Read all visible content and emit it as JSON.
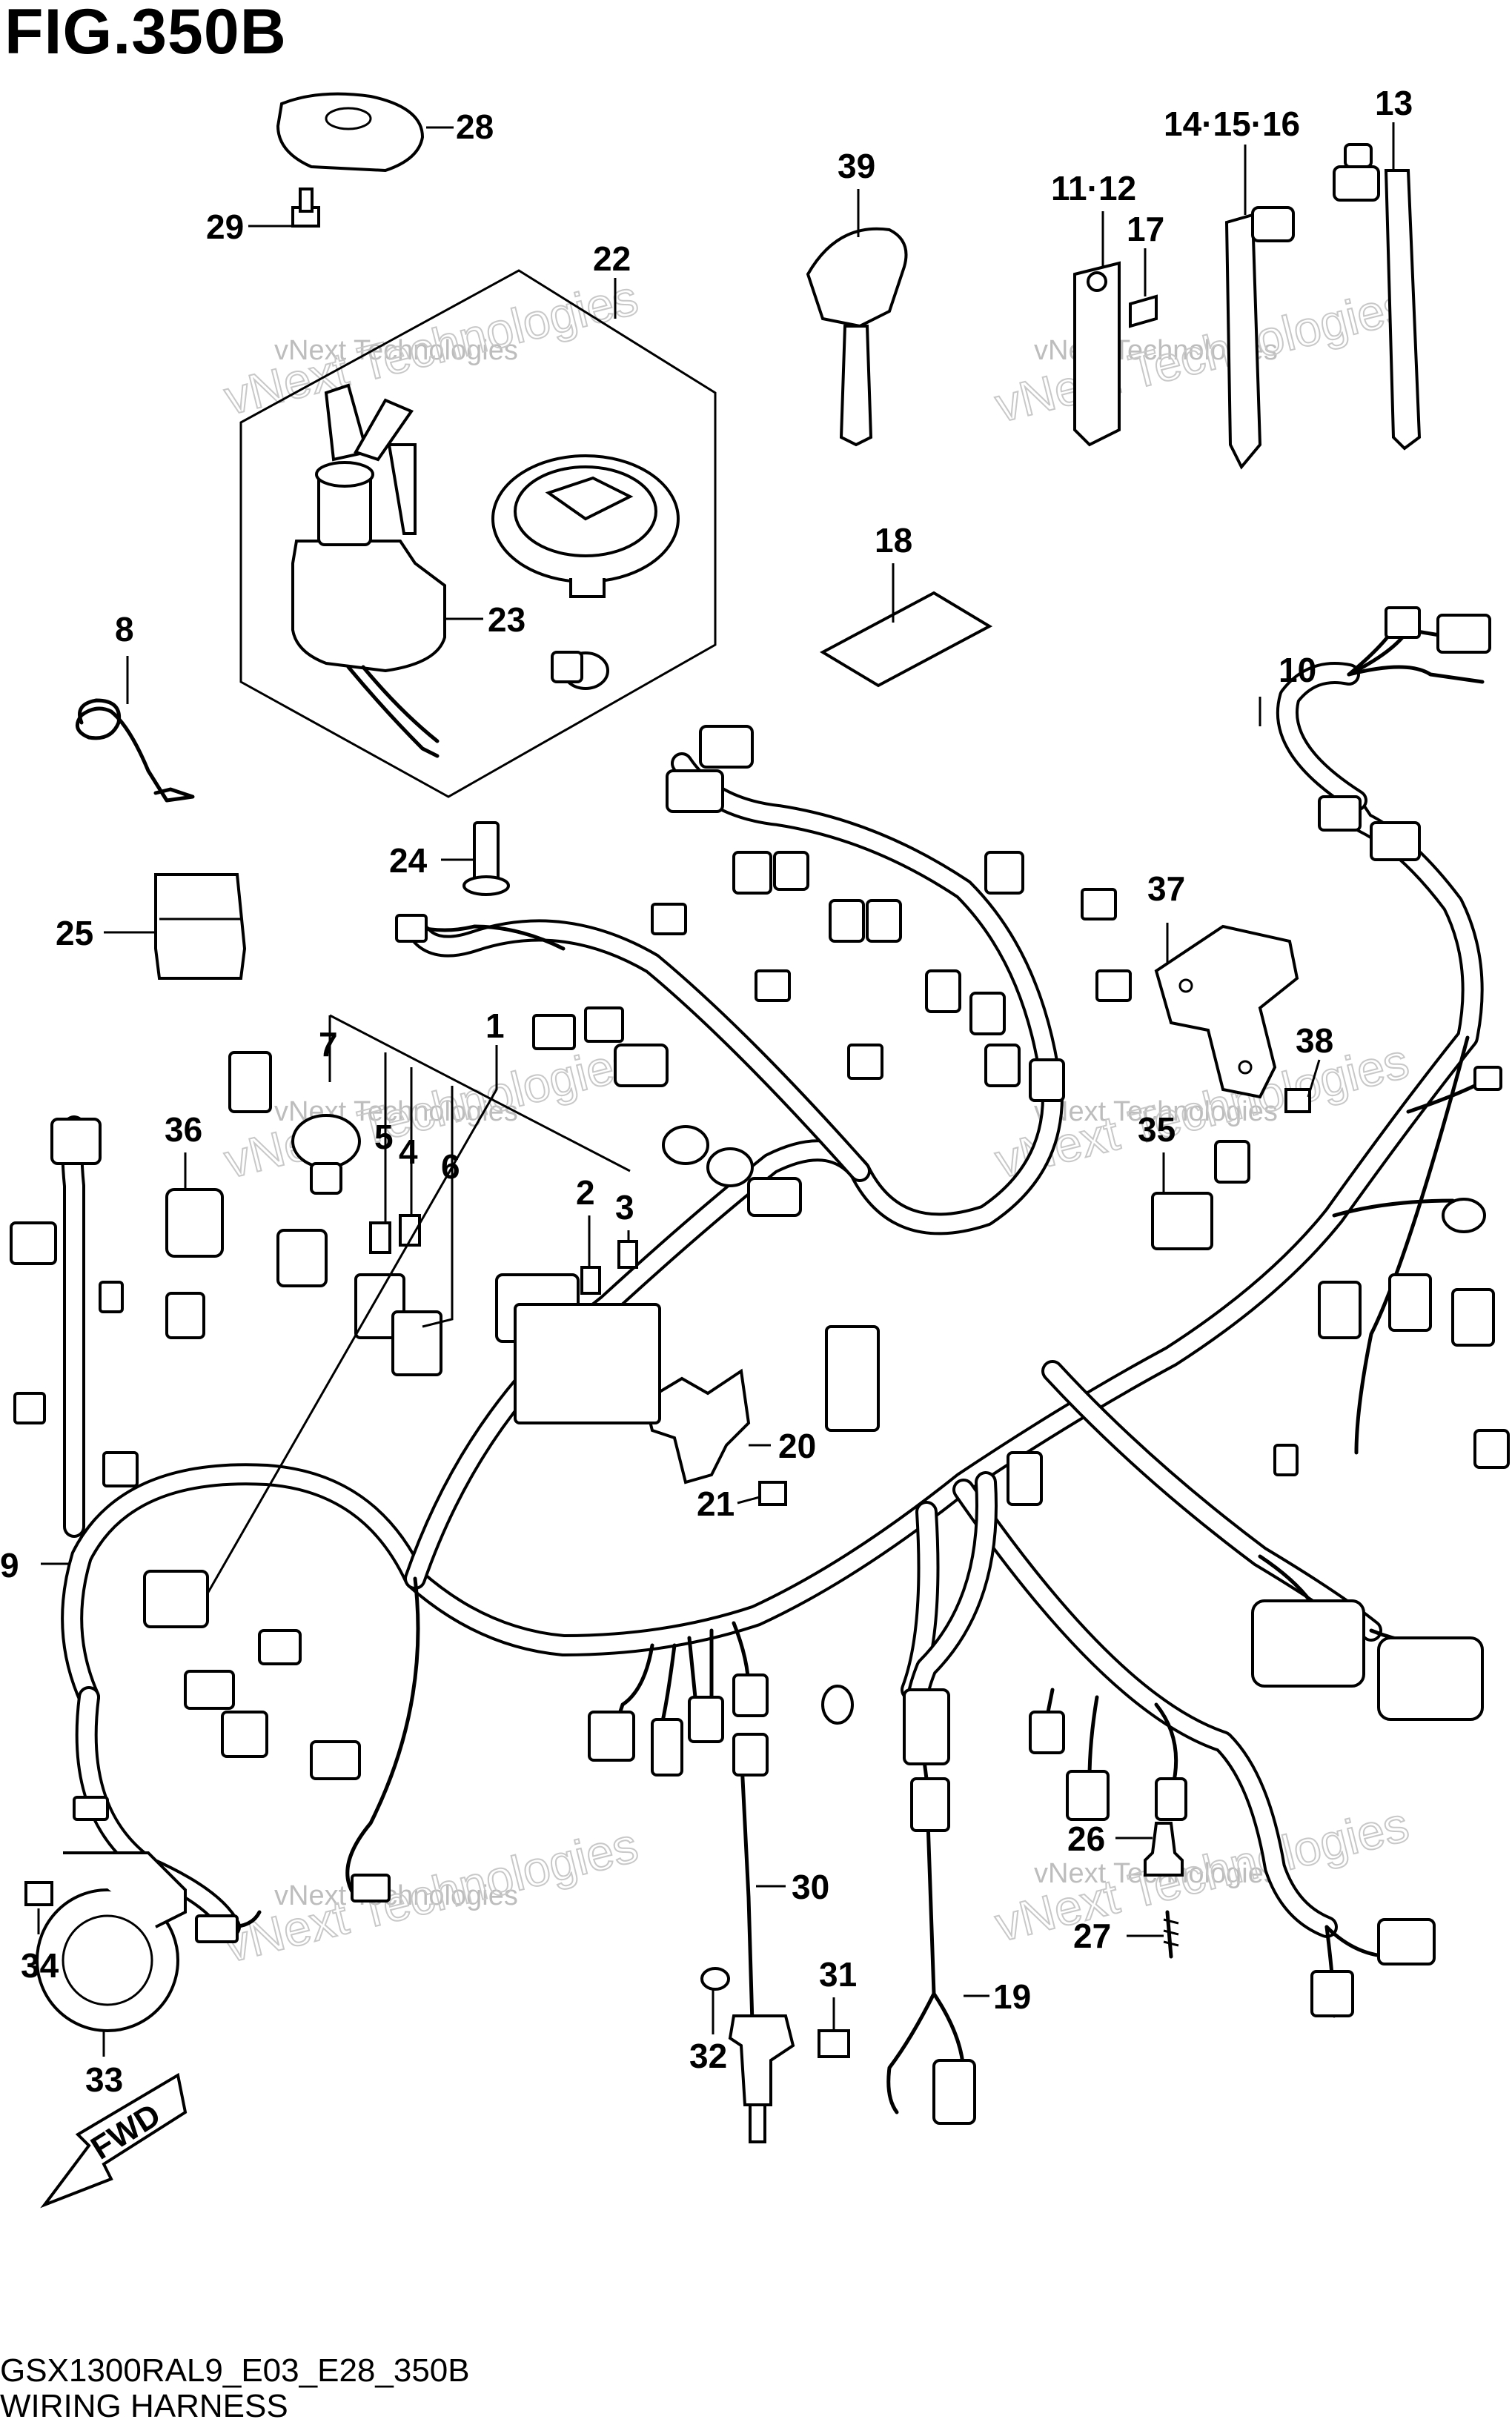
{
  "figure": {
    "title": "FIG.350B",
    "code": "GSX1300RAL9_E03_E28_350B",
    "name": "WIRING HARNESS"
  },
  "fwd_label": "FWD",
  "watermarks": [
    {
      "small": "vNext Technologies",
      "big": "vNext Technologies"
    },
    {
      "small": "vNext Technologies",
      "big": "vNext Technologies"
    },
    {
      "small": "vNext Technologies",
      "big": "vNext Technologies"
    },
    {
      "small": "vNext Technologies",
      "big": "vNext Technologies"
    },
    {
      "small": "vNext Technologies",
      "big": "vNext Technologies"
    },
    {
      "small": "vNext Technologies",
      "big": "vNext Technologies"
    }
  ],
  "callouts": [
    {
      "id": "c1",
      "label": "1"
    },
    {
      "id": "c2",
      "label": "2"
    },
    {
      "id": "c3",
      "label": "3"
    },
    {
      "id": "c4",
      "label": "4"
    },
    {
      "id": "c5",
      "label": "5"
    },
    {
      "id": "c6",
      "label": "6"
    },
    {
      "id": "c7",
      "label": "7"
    },
    {
      "id": "c8",
      "label": "8"
    },
    {
      "id": "c9",
      "label": "9"
    },
    {
      "id": "c10",
      "label": "10"
    },
    {
      "id": "c11",
      "label": "11·12"
    },
    {
      "id": "c13",
      "label": "13"
    },
    {
      "id": "c14",
      "label": "14·15·16"
    },
    {
      "id": "c17",
      "label": "17"
    },
    {
      "id": "c18",
      "label": "18"
    },
    {
      "id": "c19",
      "label": "19"
    },
    {
      "id": "c20",
      "label": "20"
    },
    {
      "id": "c21",
      "label": "21"
    },
    {
      "id": "c22",
      "label": "22"
    },
    {
      "id": "c23",
      "label": "23"
    },
    {
      "id": "c24",
      "label": "24"
    },
    {
      "id": "c25",
      "label": "25"
    },
    {
      "id": "c26",
      "label": "26"
    },
    {
      "id": "c27",
      "label": "27"
    },
    {
      "id": "c28",
      "label": "28"
    },
    {
      "id": "c29",
      "label": "29"
    },
    {
      "id": "c30",
      "label": "30"
    },
    {
      "id": "c31",
      "label": "31"
    },
    {
      "id": "c32",
      "label": "32"
    },
    {
      "id": "c33",
      "label": "33"
    },
    {
      "id": "c34",
      "label": "34"
    },
    {
      "id": "c35",
      "label": "35"
    },
    {
      "id": "c36",
      "label": "36"
    },
    {
      "id": "c37",
      "label": "37"
    },
    {
      "id": "c38",
      "label": "38"
    },
    {
      "id": "c39",
      "label": "39"
    }
  ]
}
